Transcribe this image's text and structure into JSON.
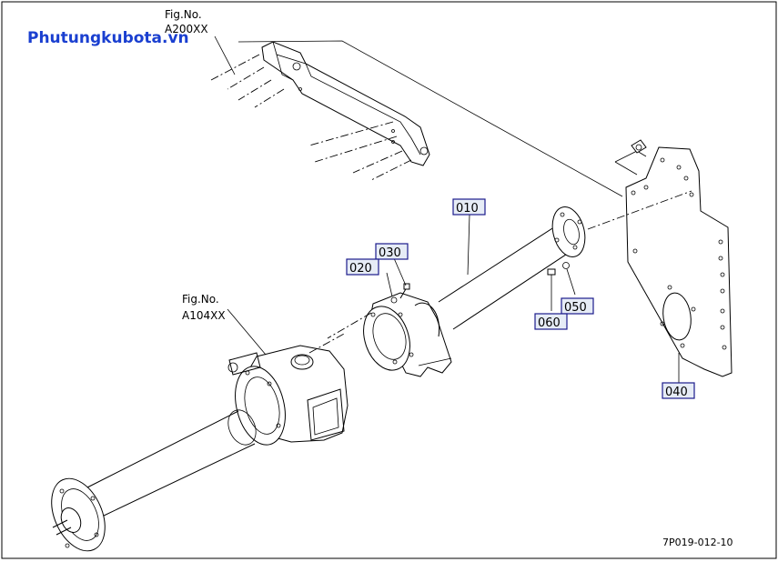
{
  "watermark": "Phutungkubota.vn",
  "figure_refs": [
    {
      "line1": "Fig.No.",
      "line2": "A200XX"
    },
    {
      "line1": "Fig.No.",
      "line2": "A104XX"
    }
  ],
  "parts": [
    "010",
    "020",
    "030",
    "040",
    "050",
    "060"
  ],
  "diagram_code": "7P019-012-10",
  "colors": {
    "watermark": "#1a3fd0",
    "label_box_fill": "#e6ecf6",
    "label_box_border": "#1b1b8c",
    "line": "#000000"
  }
}
